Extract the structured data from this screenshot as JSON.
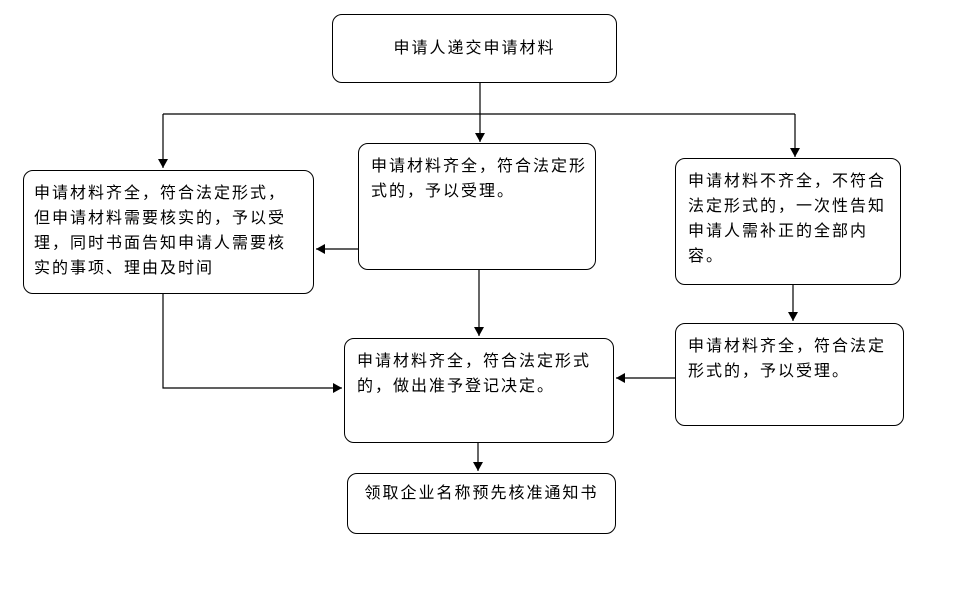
{
  "flowchart": {
    "nodes": {
      "submit": {
        "label": "申请人递交申请材料"
      },
      "verify": {
        "label": "申请材料齐全，符合法定形式，但申请材料需要核实的，予以受理，同时书面告知申请人需要核实的事项、理由及时间"
      },
      "accept_middle": {
        "label": "申请材料齐全，符合法定形式的，予以受理。"
      },
      "incomplete": {
        "label": "申请材料不齐全，不符合法定形式的，一次性告知申请人需补正的全部内容。"
      },
      "accept_right": {
        "label": "申请材料齐全，符合法定形式的，予以受理。"
      },
      "decision": {
        "label": "申请材料齐全，符合法定形式的，做出准予登记决定。"
      },
      "notice": {
        "label": "领取企业名称预先核准通知书"
      }
    },
    "colors": {
      "background": "#ffffff",
      "box_fill": "#ffffff",
      "box_border": "#000000",
      "line": "#000000",
      "text": "#000000"
    }
  }
}
